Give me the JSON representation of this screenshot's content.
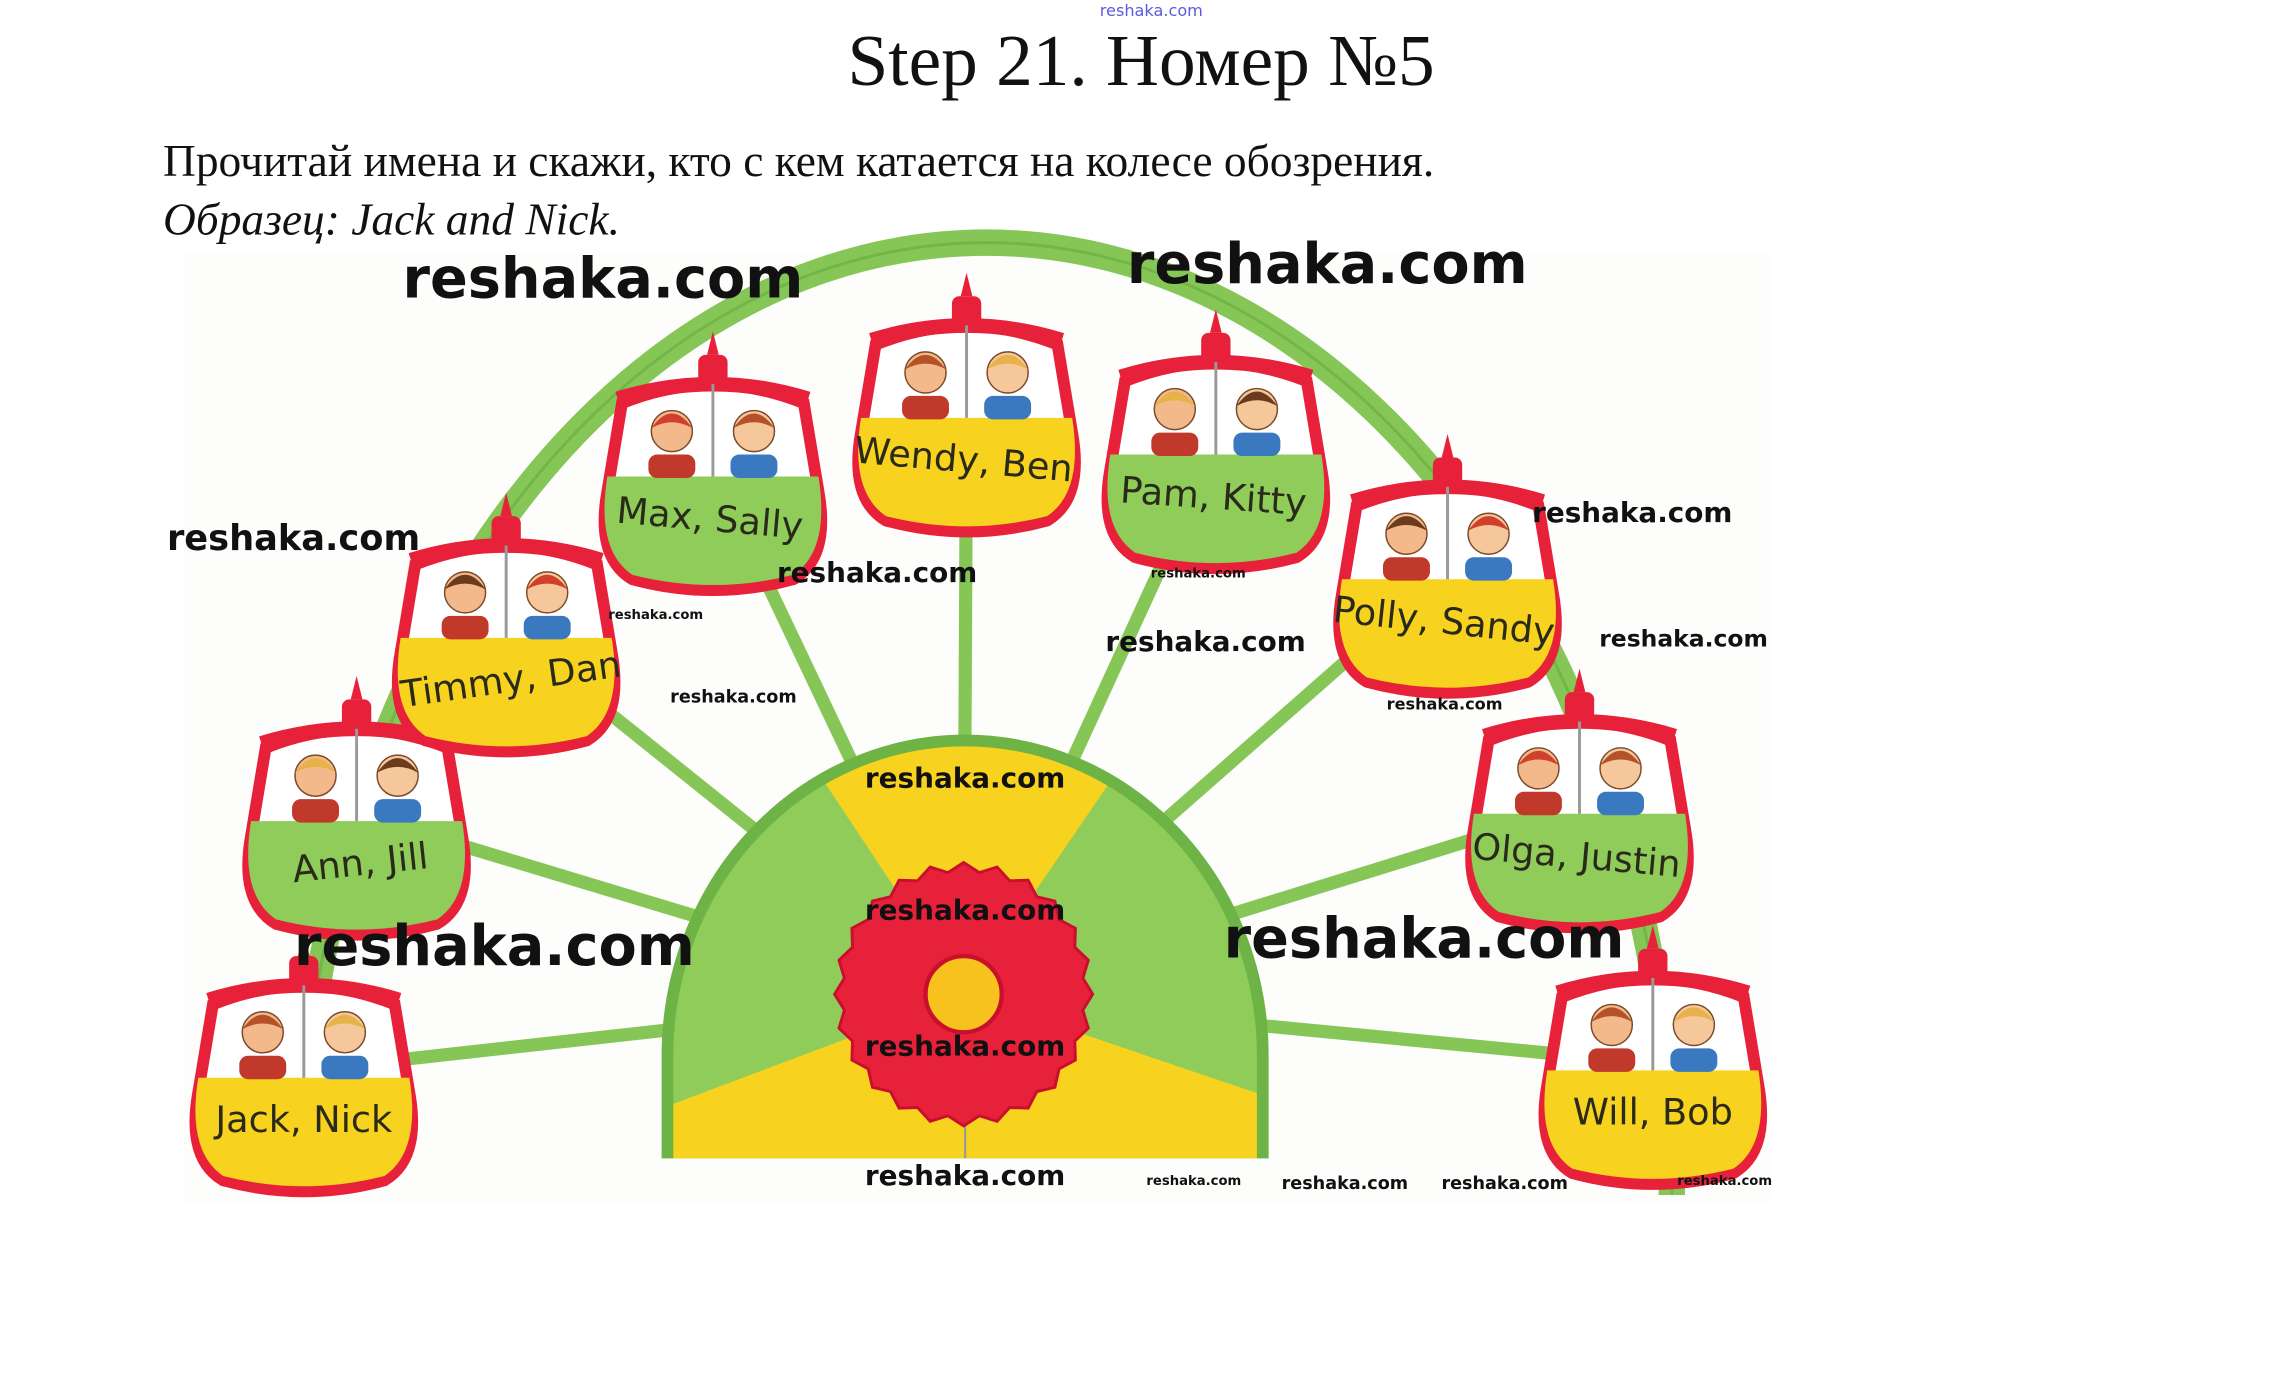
{
  "header": {
    "top_watermark": "reshaka.com",
    "title": "Step 21. Номер №5"
  },
  "task": {
    "instruction": "Прочитай имена и скажи, кто с кем катается на колесе обозрения.",
    "example": "Образец: Jack and Nick."
  },
  "gondolas": [
    {
      "label": "Jack, Nick",
      "fill": "#f7d21e"
    },
    {
      "label": "Ann, Jill",
      "fill": "#8fcc5a"
    },
    {
      "label": "Timmy, Dan",
      "fill": "#f7d21e"
    },
    {
      "label": "Max, Sally",
      "fill": "#8fcc5a"
    },
    {
      "label": "Wendy, Ben",
      "fill": "#f7d21e"
    },
    {
      "label": "Pam, Kitty",
      "fill": "#8fcc5a"
    },
    {
      "label": "Polly, Sandy",
      "fill": "#f7d21e"
    },
    {
      "label": "Olga, Justin",
      "fill": "#8fcc5a"
    },
    {
      "label": "Will, Bob",
      "fill": "#f7d21e"
    }
  ],
  "watermarks": [
    "reshaka.com",
    "reshaka.com",
    "reshaka.com",
    "reshaka.com",
    "reshaka.com",
    "reshaka.com",
    "reshaka.com",
    "reshaka.com",
    "reshaka.com",
    "reshaka.com",
    "reshaka.com",
    "reshaka.com",
    "reshaka.com",
    "reshaka.com",
    "reshaka.com",
    "reshaka.com",
    "reshaka.com",
    "reshaka.com",
    "reshaka.com",
    "reshaka.com",
    "reshaka.com"
  ],
  "colors": {
    "red": "#e8213a",
    "green": "#7cc24a",
    "yellow": "#f7d21e",
    "frame_green": "#86c657"
  }
}
